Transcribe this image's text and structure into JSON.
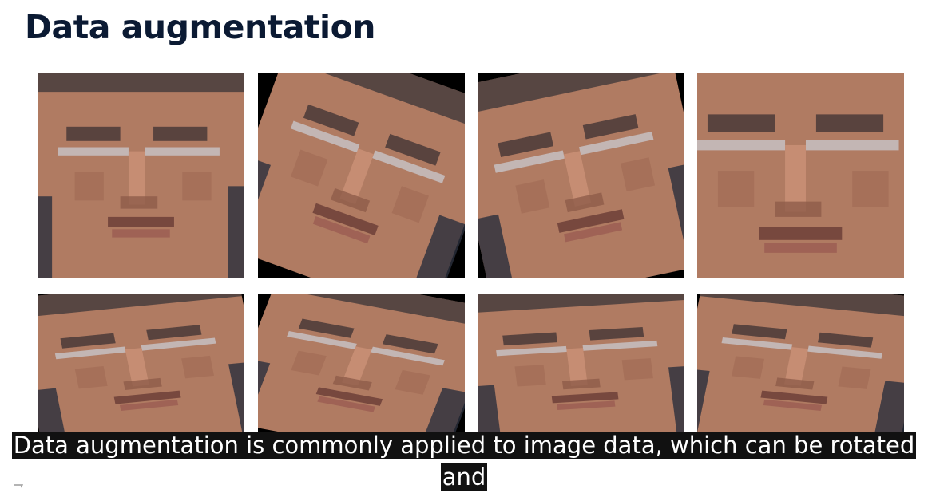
{
  "slide": {
    "title": "Data augmentation"
  },
  "images": [
    {
      "description": "face-original",
      "rotation": 0
    },
    {
      "description": "face-rotated",
      "rotation": 20
    },
    {
      "description": "face-rotated",
      "rotation": -12
    },
    {
      "description": "face-zoomed",
      "rotation": 0
    },
    {
      "description": "face-rotated",
      "rotation": -8
    },
    {
      "description": "face-rotated",
      "rotation": 15
    },
    {
      "description": "face-rotated",
      "rotation": -5
    },
    {
      "description": "face-rotated",
      "rotation": 8
    }
  ],
  "subtitle": {
    "text": "Data augmentation is commonly applied to image data, which can be rotated and"
  },
  "colors": {
    "title": "#0b1a33",
    "caption_bg": "#111111",
    "caption_text": "#ffffff",
    "skin": "#b07b62",
    "hair": "#3a3438"
  }
}
